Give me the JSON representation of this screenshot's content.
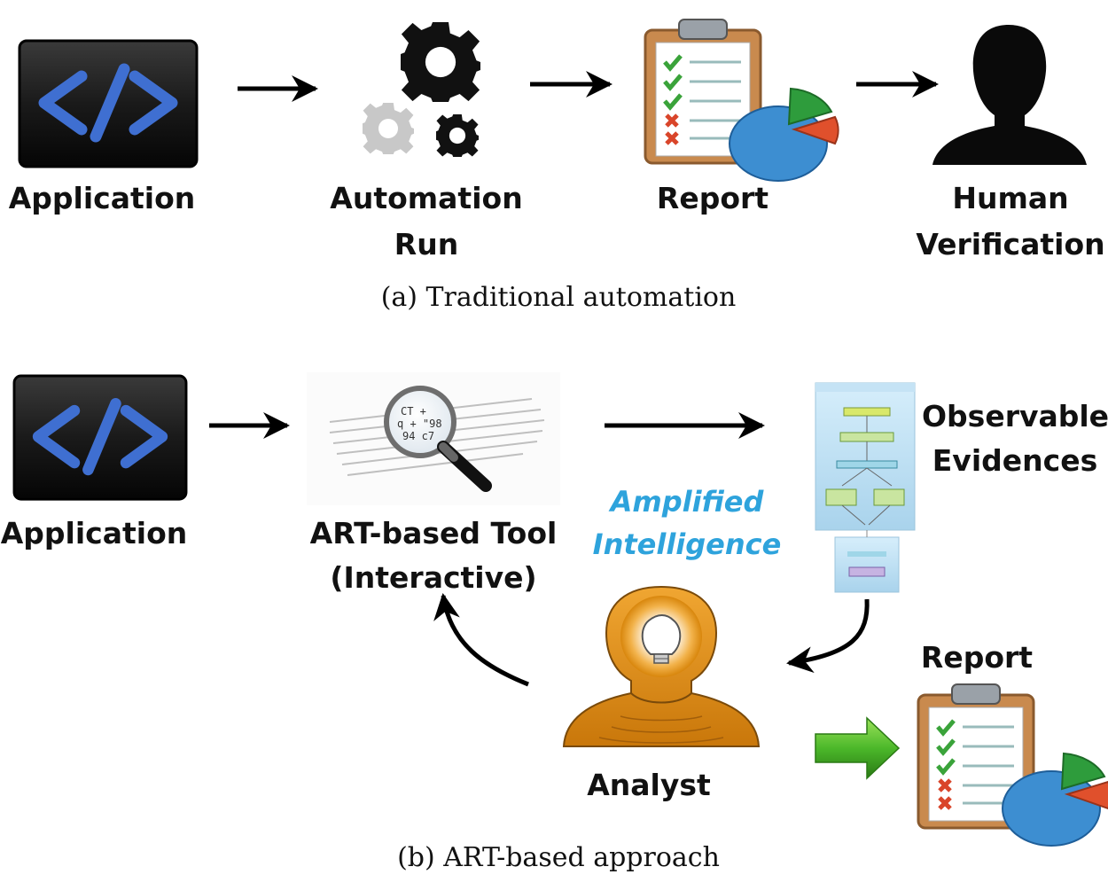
{
  "section_a": {
    "nodes": {
      "application": "Application",
      "automation_run_line1": "Automation",
      "automation_run_line2": "Run",
      "report": "Report",
      "human_verification_line1": "Human",
      "human_verification_line2": "Verification"
    },
    "caption": "(a) Traditional automation"
  },
  "section_b": {
    "nodes": {
      "application": "Application",
      "art_tool_line1": "ART-based Tool",
      "art_tool_line2": "(Interactive)",
      "observable_line1": "Observable",
      "observable_line2": "Evidences",
      "amplified_line1": "Amplified",
      "amplified_line2": "Intelligence",
      "analyst": "Analyst",
      "report": "Report"
    },
    "caption": "(b) ART-based approach"
  },
  "icons": {
    "application": "code-brackets-icon",
    "automation": "gears-icon",
    "report": "clipboard-checklist-pie-icon",
    "human": "person-silhouette-icon",
    "art_tool": "magnifying-glass-icon",
    "evidences": "flowchart-screenshot-icon",
    "analyst": "head-lightbulb-icon"
  },
  "colors": {
    "code_blue": "#3f6fd1",
    "amplified_text": "#2ea3dc",
    "analyst_orange": "#e8961c",
    "arrow_green": "#4cb82a",
    "pie_blue": "#3d8ed1",
    "pie_green": "#2e9c3c",
    "pie_red": "#e0502c"
  }
}
